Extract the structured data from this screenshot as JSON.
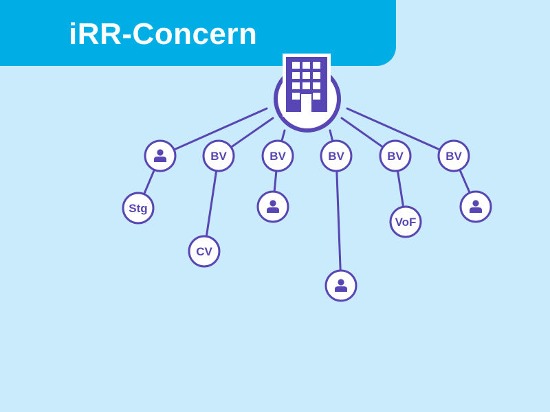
{
  "title": "iRR-Concern",
  "colors": {
    "background": "#c9ebfb",
    "banner": "#00aee6",
    "title_text": "#ffffff",
    "diagram_purple": "#5746b3",
    "node_fill": "#ffffff"
  },
  "root": {
    "icon": "building-icon"
  },
  "level1": [
    {
      "icon": "person-icon",
      "label": ""
    },
    {
      "icon": "",
      "label": "BV"
    },
    {
      "icon": "",
      "label": "BV"
    },
    {
      "icon": "",
      "label": "BV"
    },
    {
      "icon": "",
      "label": "BV"
    },
    {
      "icon": "",
      "label": "BV"
    }
  ],
  "level2": [
    {
      "parent": 0,
      "icon": "",
      "label": "Stg"
    },
    {
      "parent": 1,
      "icon": "",
      "label": "CV"
    },
    {
      "parent": 2,
      "icon": "person-icon",
      "label": ""
    },
    {
      "parent": 3,
      "icon": "person-icon",
      "label": ""
    },
    {
      "parent": 4,
      "icon": "",
      "label": "VoF"
    },
    {
      "parent": 5,
      "icon": "person-icon",
      "label": ""
    }
  ]
}
